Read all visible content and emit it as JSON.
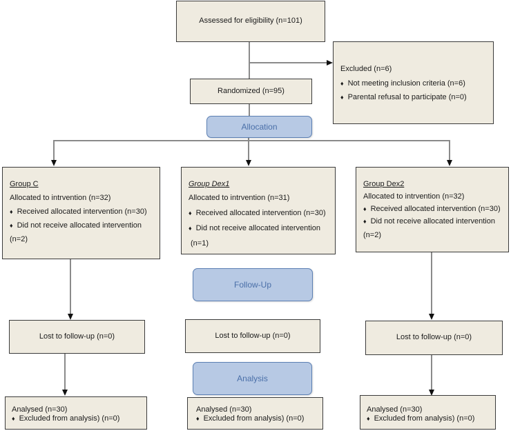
{
  "eligibility": {
    "text": "Assessed for eligibility (n=101)"
  },
  "excluded": {
    "title": "Excluded (n=6)",
    "items": [
      "Not meeting inclusion criteria (n=6)",
      "Parental refusal to participate (n=0)"
    ]
  },
  "randomized": {
    "text": "Randomized (n=95)"
  },
  "stages": {
    "allocation": "Allocation",
    "followup": "Follow-Up",
    "analysis": "Analysis"
  },
  "bullet_glyph": "♦",
  "groups": [
    {
      "name": "Group C",
      "allocated": "Allocated to intrvention (n=32)",
      "received": "Received allocated intervention (n=30)",
      "not_received": "Did not receive allocated intervention",
      "not_received_n": "(n=2)",
      "lost": "Lost to follow-up (n=0)",
      "analysed": "Analysed (n=30)",
      "excluded_analysis": "Excluded from analysis) (n=0)"
    },
    {
      "name": "Group Dex1",
      "allocated": "Allocated to intrvention (n=31)",
      "received": "Received allocated intervention (n=30)",
      "not_received": "Did not receive allocated intervention",
      "not_received_n": "(n=1)",
      "lost": "Lost to follow-up (n=0)",
      "analysed": "Analysed (n=30)",
      "excluded_analysis": "Excluded from analysis) (n=0)"
    },
    {
      "name": "Group Dex2",
      "allocated": "Allocated to intrvention (n=32)",
      "received": "Received allocated intervention (n=30)",
      "not_received": "Did not receive allocated intervention",
      "not_received_n": "(n=2)",
      "lost": "Lost to follow-up (n=0)",
      "analysed": "Analysed (n=30)",
      "excluded_analysis": "Excluded from analysis) (n=0)"
    }
  ]
}
